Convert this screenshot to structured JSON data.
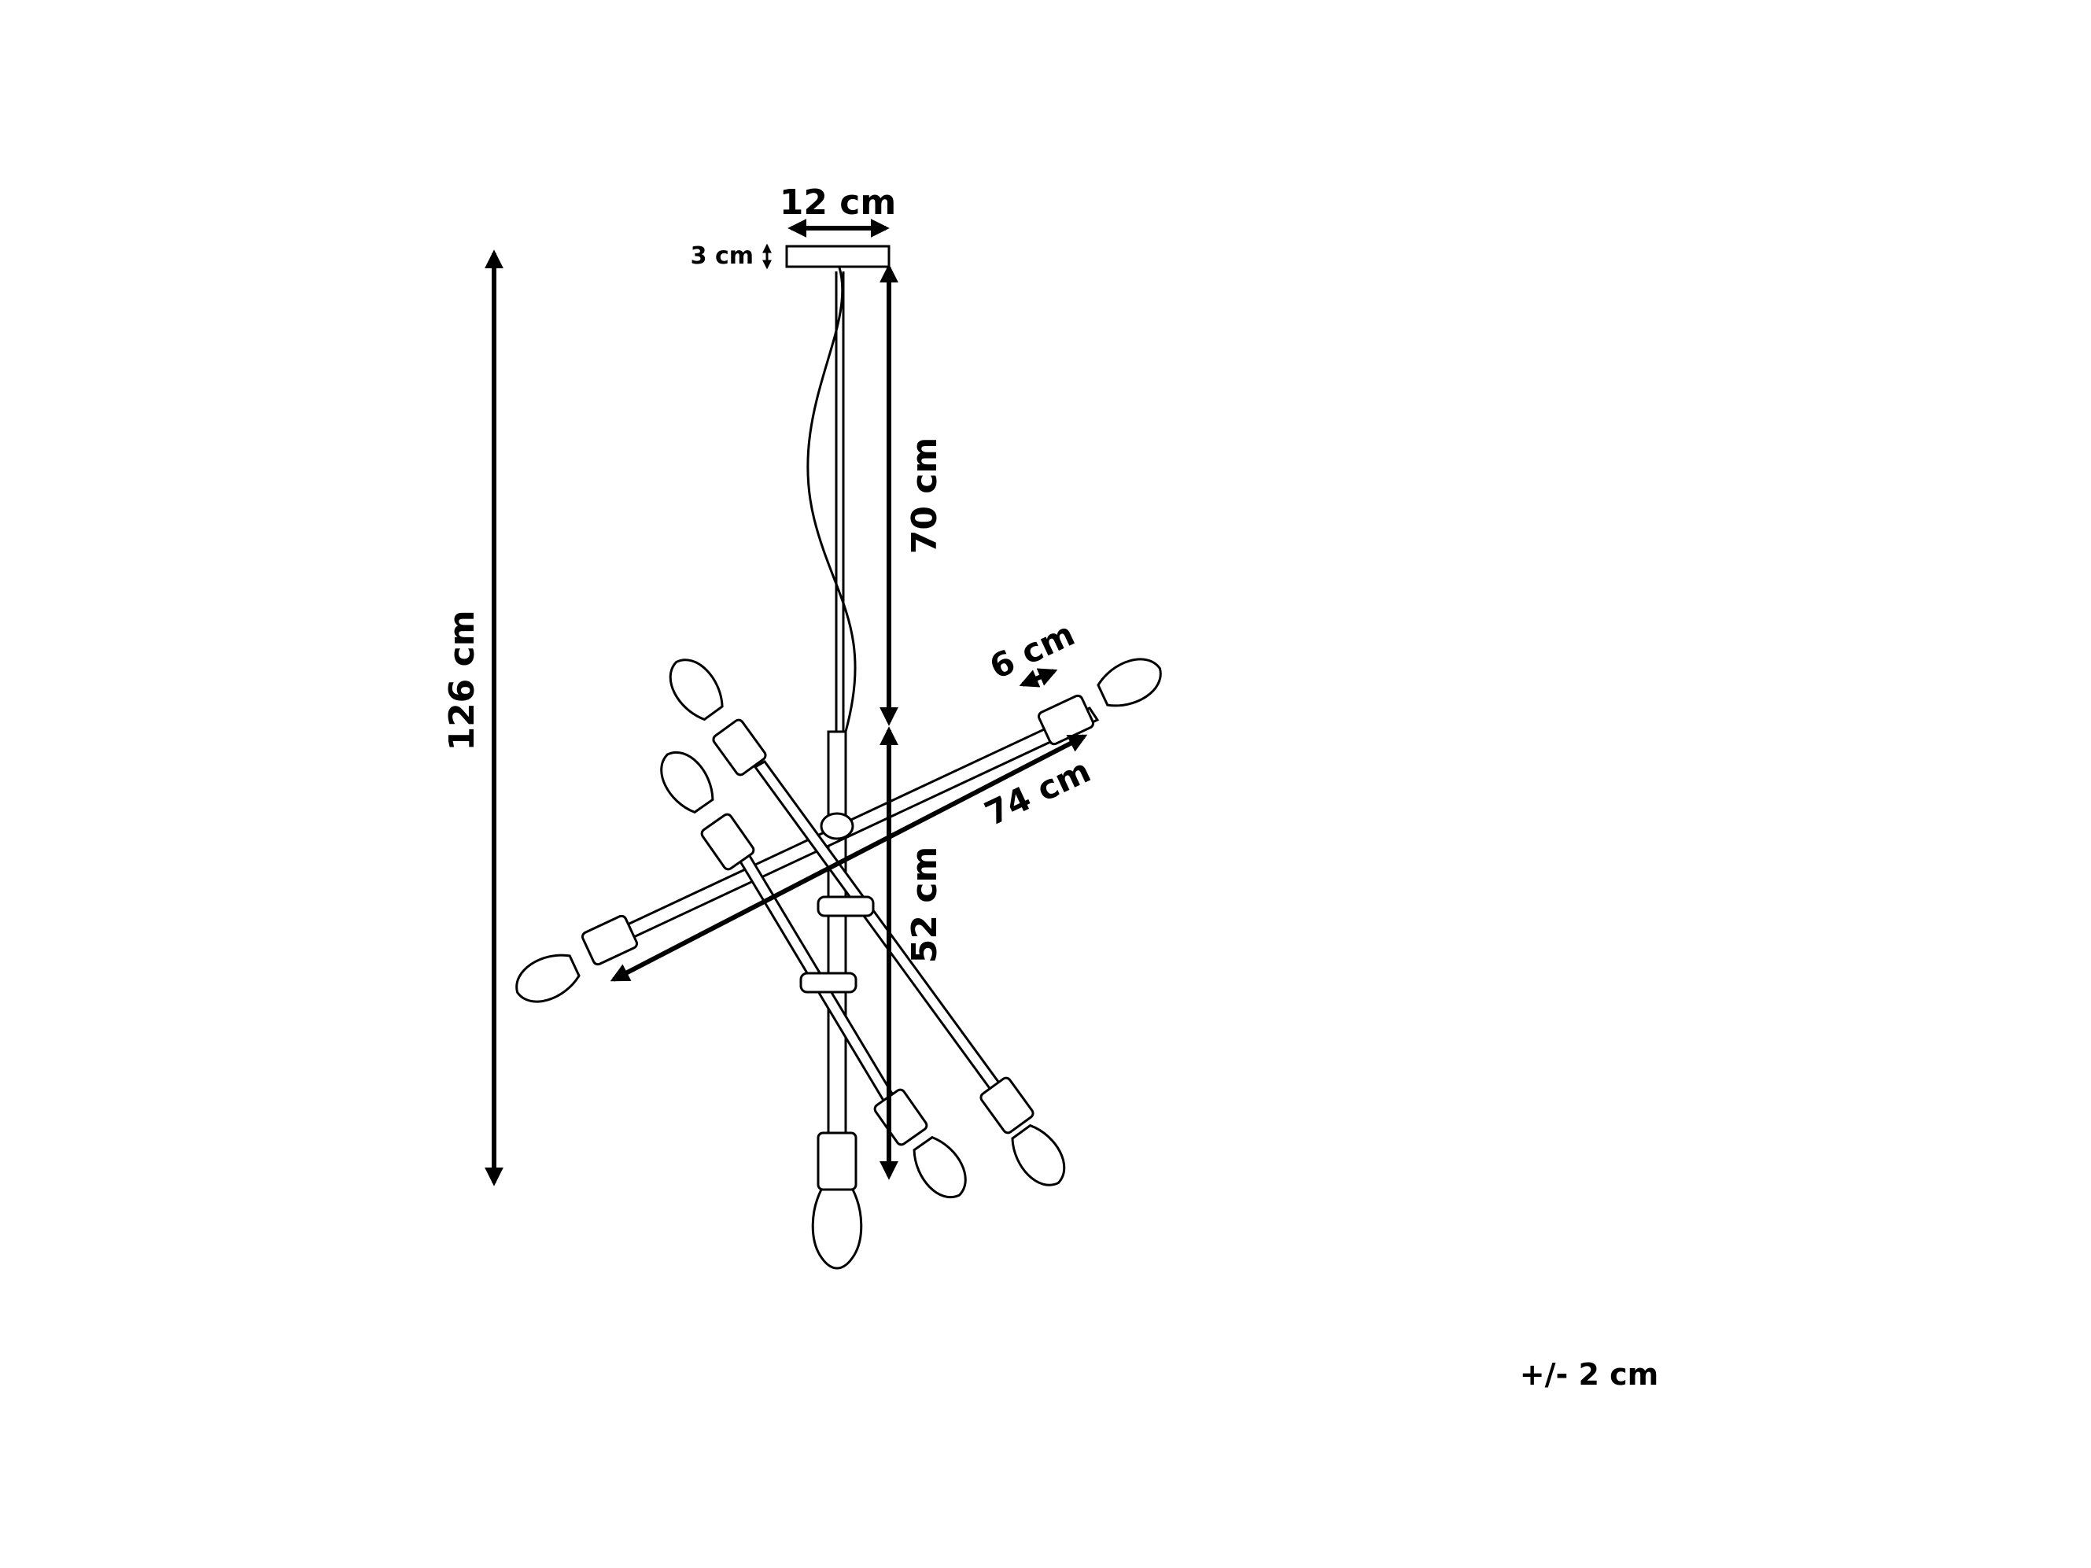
{
  "dimensions": {
    "canopy_width": "12 cm",
    "canopy_height": "3 cm",
    "cable_length": "70 cm",
    "total_height": "126 cm",
    "body_height": "52 cm",
    "arm_span": "74 cm",
    "socket_length": "6 cm"
  },
  "tolerance": "+/- 2 cm",
  "colors": {
    "ink": "#000000",
    "background": "#ffffff"
  }
}
